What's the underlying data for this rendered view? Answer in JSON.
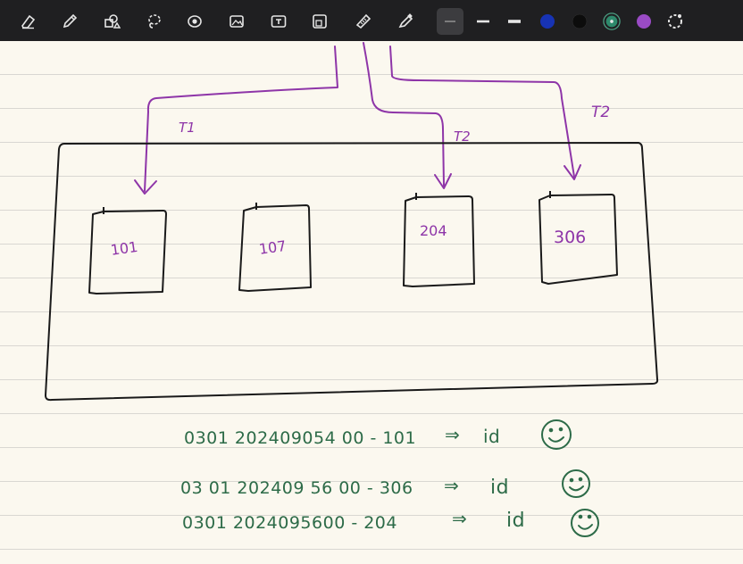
{
  "toolbar": {
    "tools": [
      {
        "name": "eraser-icon"
      },
      {
        "name": "pen-icon"
      },
      {
        "name": "shapes-icon"
      },
      {
        "name": "lasso-icon"
      },
      {
        "name": "laser-pointer-icon"
      },
      {
        "name": "image-icon"
      },
      {
        "name": "text-box-icon"
      },
      {
        "name": "sticker-icon"
      },
      {
        "name": "ruler-icon"
      },
      {
        "name": "highlighter-icon"
      }
    ],
    "stroke_widths": [
      "thin",
      "medium",
      "thick"
    ],
    "selected_stroke": "thin",
    "colors": [
      {
        "name": "dark-blue",
        "hex": "#1733b4"
      },
      {
        "name": "black",
        "hex": "#0c0c0c"
      },
      {
        "name": "teal",
        "hex": "#2e8a6c"
      },
      {
        "name": "purple",
        "hex": "#9a4bc5"
      }
    ],
    "selected_color": "teal"
  },
  "diagram": {
    "thread_labels": [
      "T1",
      "T2",
      "T2"
    ],
    "boxes": [
      "101",
      "107",
      "204",
      "306"
    ]
  },
  "notes": [
    {
      "text": "0301 202409054 00 - 101",
      "arrow": "⇒",
      "label": "id"
    },
    {
      "text": "03 01 202409 56 00 - 306",
      "arrow": "⇒",
      "label": "id"
    },
    {
      "text": "0301 2024095600 - 204",
      "arrow": "⇒",
      "label": "id"
    }
  ],
  "ink_colors": {
    "purple": "#8e35a8",
    "black": "#1a1a1a",
    "green": "#2d6b48"
  }
}
